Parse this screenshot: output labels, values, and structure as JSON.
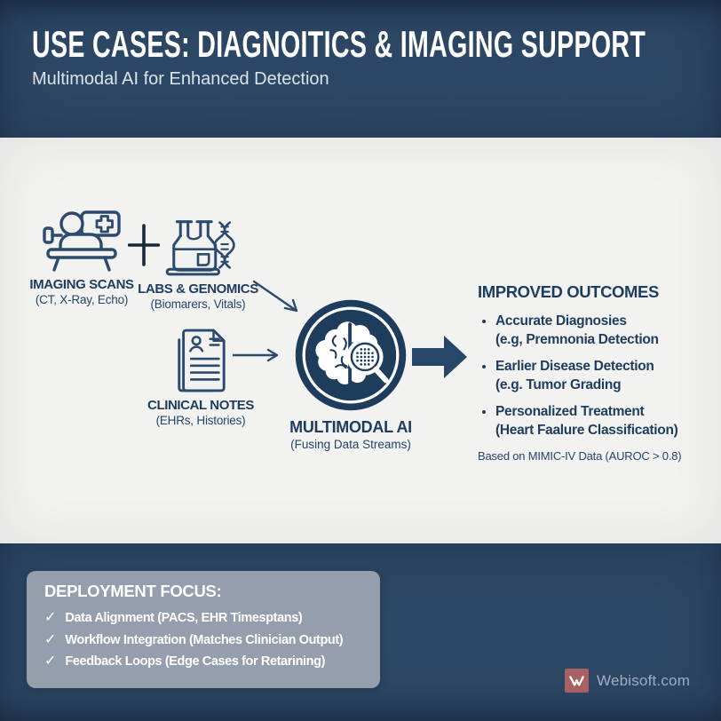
{
  "header": {
    "title": "USE CASES: DIAGNOITICS & IMAGING SUPPORT",
    "subtitle": "Multimodal AI for Enhanced Detection"
  },
  "diagram": {
    "inputs": [
      {
        "label": "IMAGING SCANS",
        "sublabel": "(CT, X-Ray, Echo)",
        "icon": "patient-bed-icon"
      },
      {
        "label": "LABS & GENOMICS",
        "sublabel": "(Biomarers, Vitals)",
        "icon": "lab-flask-dna-icon"
      },
      {
        "label": "CLINICAL NOTES",
        "sublabel": "(EHRs, Histories)",
        "icon": "clinical-notes-icon"
      }
    ],
    "hub": {
      "label": "MULTIMODAL AI",
      "sublabel": "(Fusing Data Streams)",
      "icon": "brain-magnifier-icon"
    },
    "outcomes": {
      "heading": "IMPROVED OUTCOMES",
      "bullets": [
        {
          "line1": "Accurate Diagnosies",
          "line2": "(e.g, Premnonia Detection"
        },
        {
          "line1": "Earlier Disease Detection",
          "line2": "(e.g. Tumor Grading"
        },
        {
          "line1": "Personalized Treatment",
          "line2": "(Heart Faalure Classification)"
        }
      ],
      "footnote": "Based on MIMIC-IV Data (AUROC > 0.8)"
    }
  },
  "footer": {
    "deployment": {
      "heading": "DEPLOYMENT FOCUS:",
      "items": [
        "Data Alignment (PACS, EHR Timesptans)",
        "Workflow Integration (Matches Clinician Output)",
        "Feedback Loops (Edge Cases for Retarining)"
      ]
    },
    "brand": {
      "text": "Webisoft.com",
      "mark": "W"
    }
  },
  "icons": {
    "plus_sign": "+",
    "checkmark": "✓"
  },
  "colors": {
    "navy_background": "#2d4866",
    "light_background": "#f2f2f0",
    "ink_navy": "#1e3c5e",
    "icon_stroke": "#2c4a6e",
    "deployment_box": "#9ea6b2",
    "brand_red": "#a86062",
    "brand_text": "#9fadc0"
  }
}
